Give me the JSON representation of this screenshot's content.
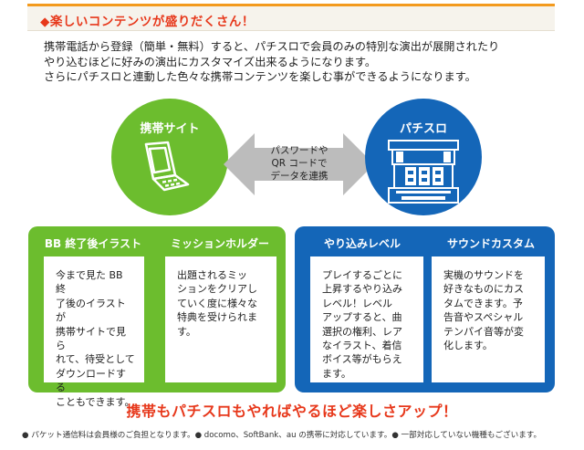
{
  "header": {
    "title": "◆楽しいコンテンツが盛りだくさん！"
  },
  "intro": {
    "lines": [
      "携帯電話から登録（簡単・無料）すると、パチスロで会員のみの特別な演出が展開されたり",
      "やり込むほどに好みの演出にカスタマイズ出来るようになります。",
      "さらにパチスロと連動した色々な携帯コンテンツを楽しむ事ができるようになります。"
    ]
  },
  "diagram": {
    "left_circle": {
      "label": "携帯サイト",
      "icon": "mobile-phone-icon"
    },
    "right_circle": {
      "label": "パチスロ",
      "icon": "slot-machine-icon"
    },
    "arrow_text": [
      "パスワードや",
      "QR コードで",
      "データを連携"
    ]
  },
  "panels": {
    "green": {
      "color": "#6cbd2e",
      "columns": [
        {
          "title": "BB 終了後イラスト",
          "lines": [
            "今まで見た BB 終",
            "了後のイラストが",
            "携帯サイトで見ら",
            "れて、待受として",
            "ダウンロードする",
            "こともできます。"
          ]
        },
        {
          "title": "ミッションホルダー",
          "lines": [
            "出題されるミッ",
            "ションをクリアし",
            "ていく度に様々な",
            "特典を受けられま",
            "す。"
          ]
        }
      ]
    },
    "blue": {
      "color": "#1466b8",
      "columns": [
        {
          "title": "やり込みレベル",
          "lines": [
            "プレイするごとに",
            "上昇するやり込み",
            "レベル！レベル",
            "アップすると、曲",
            "選択の権利、レア",
            "なイラスト、着信",
            "ボイス等がもらえ",
            "ます。"
          ]
        },
        {
          "title": "サウンドカスタム",
          "lines": [
            "実機のサウンドを",
            "好きなものにカス",
            "タムできます。予",
            "告音やスペシャル",
            "テンパイ音等が変",
            "化します。"
          ]
        }
      ]
    }
  },
  "slogan": "携帯もパチスロもやればやるほど楽しさアップ！",
  "footnote": "● パケット通信料は会員様のご負担となります。● docomo、SoftBank、au の携帯に対応しています。● 一部対応していない機種もございます。"
}
